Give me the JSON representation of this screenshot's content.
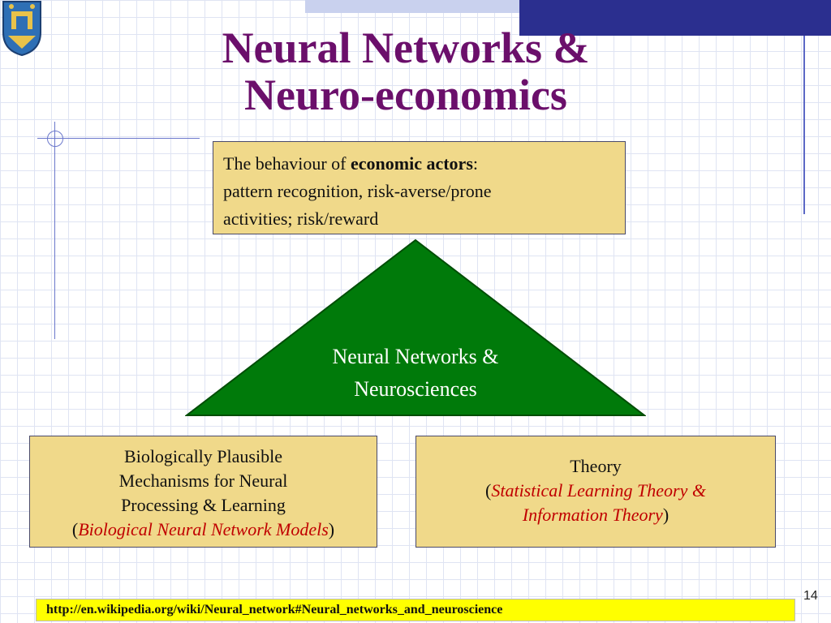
{
  "slide": {
    "title_line1": "Neural Networks &",
    "title_line2": "Neuro-economics",
    "page_number": "14"
  },
  "top_box": {
    "prefix": "The behaviour of ",
    "bold": "economic actors",
    "rest_line1": ":",
    "line2": "pattern recognition, risk-averse/prone",
    "line3": "activities; risk/reward"
  },
  "triangle": {
    "line1": "Neural Networks &",
    "line2": "Neurosciences",
    "fill_color": "#007a0a"
  },
  "left_box": {
    "line1": "Biologically Plausible",
    "line2": "Mechanisms for Neural",
    "line3": "Processing & Learning",
    "open_paren": "(",
    "italic": "Biological Neural Network Models",
    "close_paren": ")"
  },
  "right_box": {
    "line1": "Theory",
    "open_paren": "(",
    "italic_line1": "Statistical Learning Theory &",
    "italic_line2": "Information Theory",
    "close_paren": ")"
  },
  "footer": {
    "url": "http://en.wikipedia.org/wiki/Neural_network#Neural_networks_and_neuroscience"
  },
  "colors": {
    "title": "#6b0f6b",
    "box_fill": "#f0d98a",
    "italic_red": "#c00000",
    "url_bar": "#ffff00",
    "top_bar": "#2b2f8f"
  }
}
